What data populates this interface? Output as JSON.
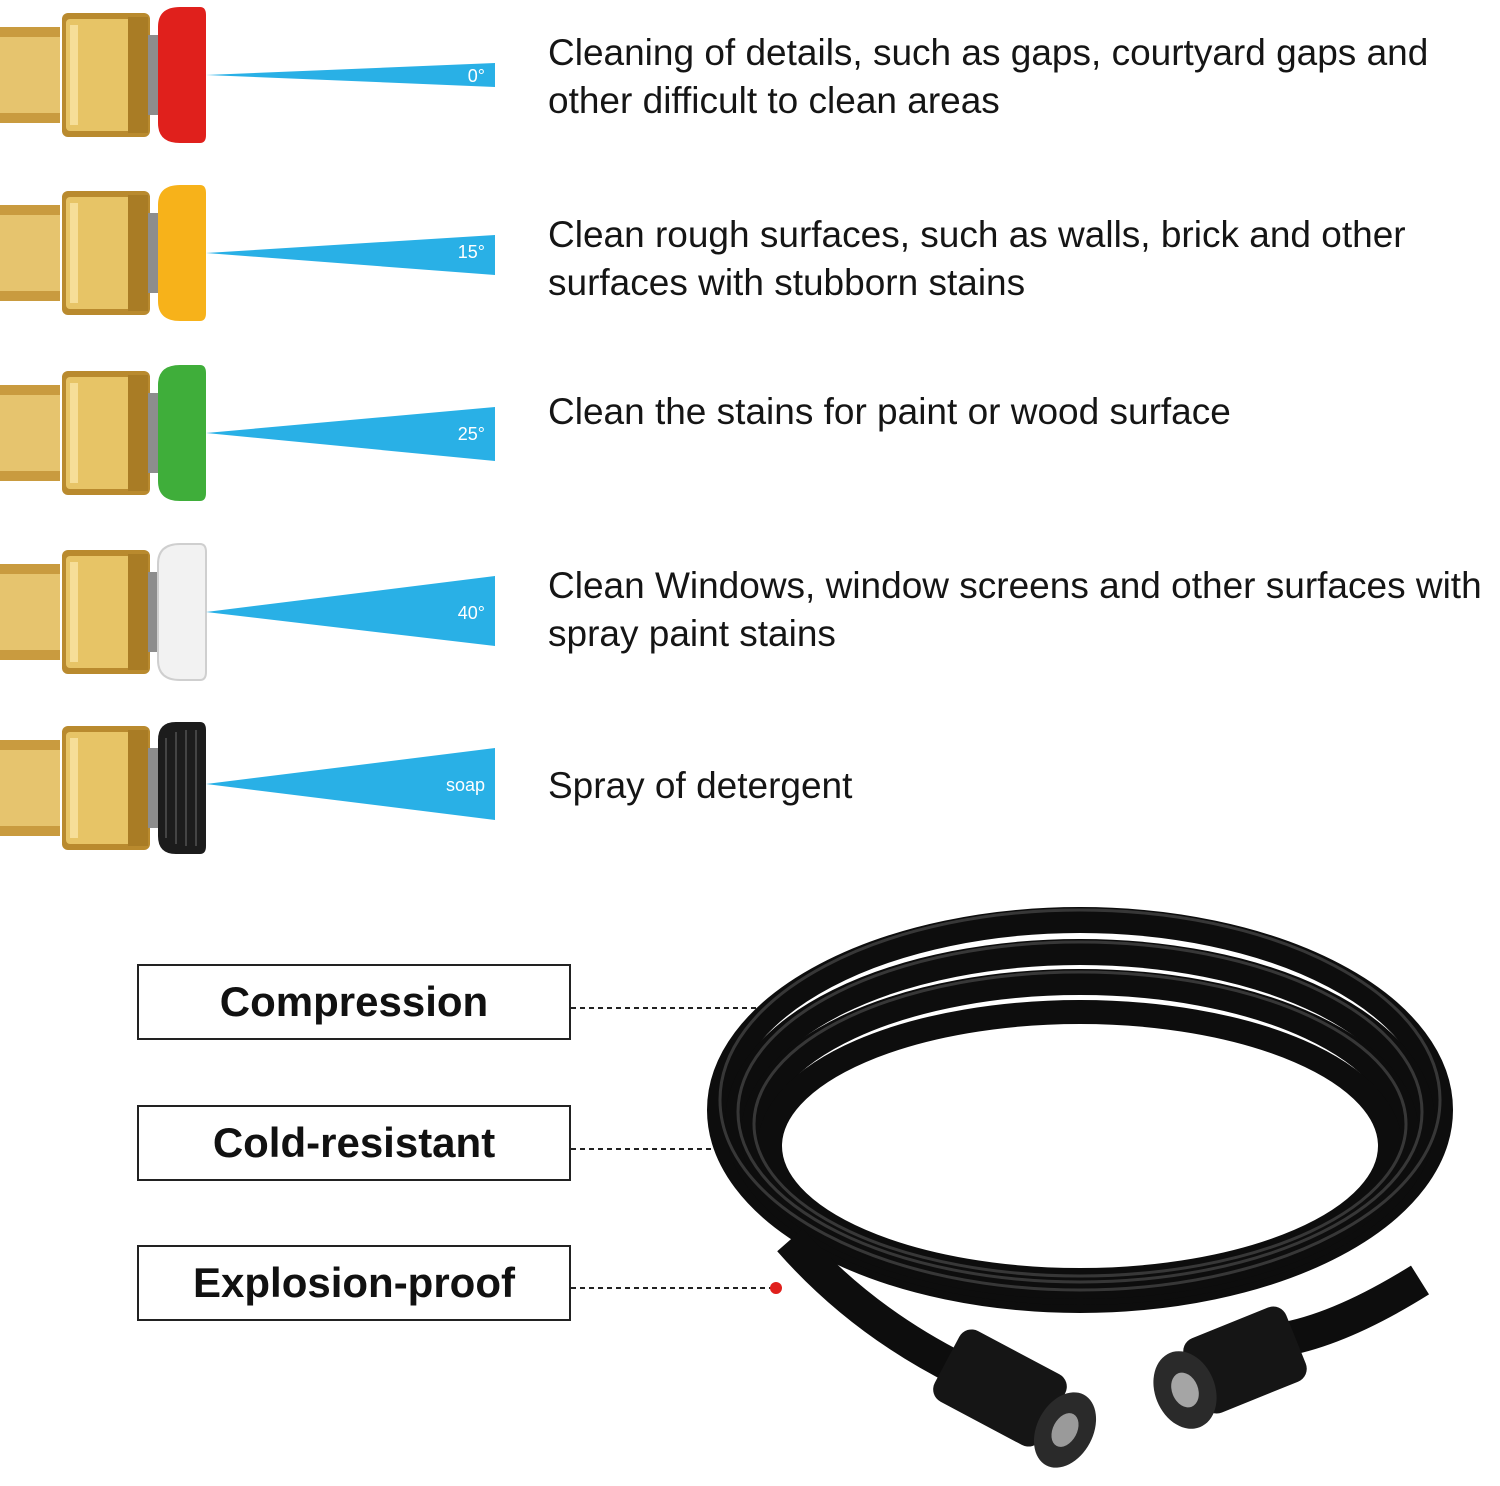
{
  "nozzles": [
    {
      "angle_label": "0°",
      "description": "Cleaning of details, such as gaps, courtyard gaps and other difficult to clean areas",
      "tip_color": "#e0201c",
      "tip_icon": "red-nozzle-tip"
    },
    {
      "angle_label": "15°",
      "description": "Clean rough surfaces, such as walls, brick and other surfaces with stubborn stains",
      "tip_color": "#f7b21a",
      "tip_icon": "yellow-nozzle-tip"
    },
    {
      "angle_label": "25°",
      "description": "Clean the stains for paint or wood surface",
      "tip_color": "#3fae3a",
      "tip_icon": "green-nozzle-tip"
    },
    {
      "angle_label": "40°",
      "description": "Clean Windows, window screens and other surfaces with spray paint stains",
      "tip_color": "#f2f2f2",
      "tip_icon": "white-nozzle-tip"
    },
    {
      "angle_label": "soap",
      "description": "Spray of detergent",
      "tip_color": "#1c1c1c",
      "tip_icon": "black-nozzle-tip"
    }
  ],
  "spray_color": "#29b0e6",
  "brass_color": "#d9b45a",
  "features": [
    {
      "label": "Compression"
    },
    {
      "label": "Cold-resistant"
    },
    {
      "label": "Explosion-proof"
    }
  ],
  "marker_color": "#e0201c",
  "hose_color": "#0d0d0d"
}
